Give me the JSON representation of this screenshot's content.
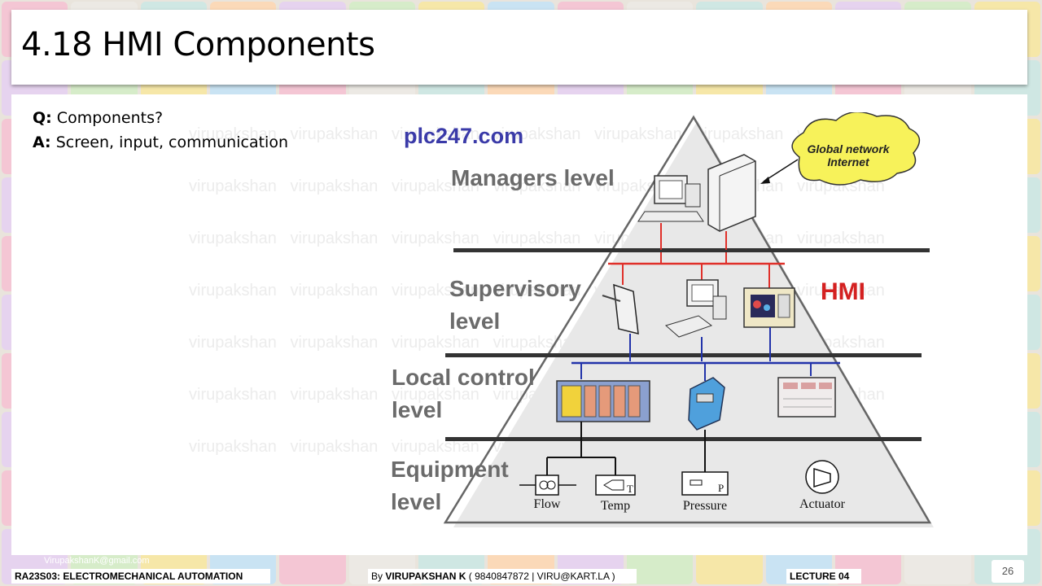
{
  "slide": {
    "title": "4.18 HMI Components",
    "question_label": "Q:",
    "question_text": "Components?",
    "answer_label": "A:",
    "answer_text": "Screen, input, communication",
    "watermark": "virupakshan"
  },
  "diagram": {
    "source_label": "plc247.com",
    "cloud_line1": "Global network",
    "cloud_line2": "Internet",
    "level_managers": "Managers level",
    "level_supervisory_1": "Supervisory",
    "level_supervisory_2": "level",
    "level_local_1": "Local control",
    "level_local_2": "level",
    "level_equipment_1": "Equipment",
    "level_equipment_2": "level",
    "hmi_label": "HMI",
    "sensor_flow": "Flow",
    "sensor_temp": "Temp",
    "sensor_pressure": "Pressure",
    "actuator": "Actuator",
    "colors": {
      "red_bus": "#e0302a",
      "blue_bus": "#2233aa",
      "hmi_red": "#d42020",
      "source_blue": "#3a3aa8"
    }
  },
  "footer": {
    "course": "RA23S03:   ELECTROMECHANICAL AUTOMATION",
    "author_prefix": "By ",
    "author_name": "VIRUPAKSHAN K",
    "author_contact": " ( 9840847872 | VIRU@KART.LA )",
    "lecture": "LECTURE 04",
    "page": "26",
    "email_mark": "VirupakshanK@gmail.com"
  }
}
